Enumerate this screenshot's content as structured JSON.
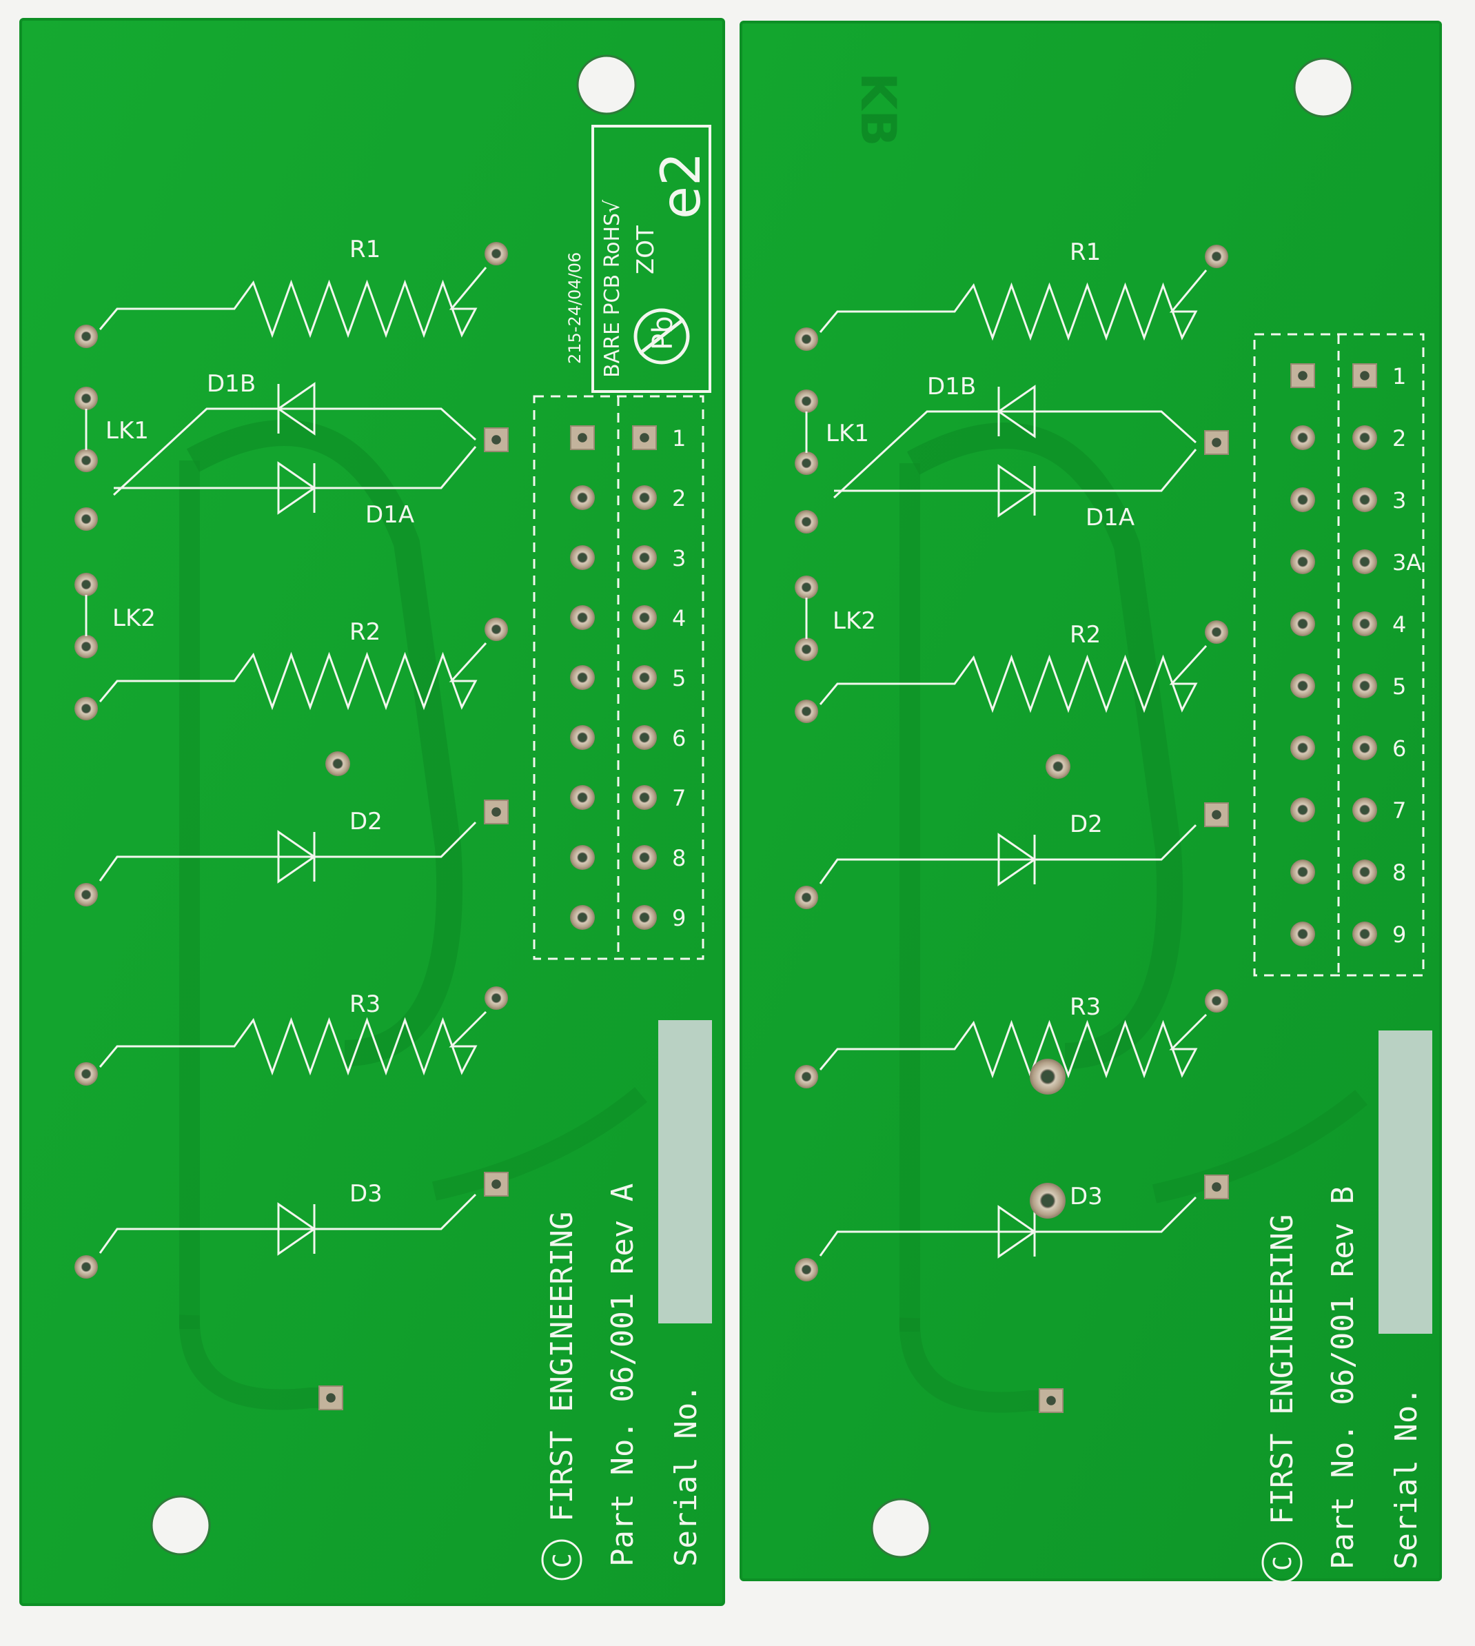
{
  "boards": [
    {
      "id": "board-a",
      "header_pins": [
        "1",
        "2",
        "3",
        "4",
        "5",
        "6",
        "7",
        "8",
        "9"
      ],
      "labels": {
        "r1": "R1",
        "r2": "R2",
        "r3": "R3",
        "d1b": "D1B",
        "d1a": "D1A",
        "d2": "D2",
        "d3": "D3",
        "lk1": "LK1",
        "lk2": "LK2"
      },
      "copyright_symbol": "C",
      "company": "FIRST ENGINEERING",
      "part_no": "Part No. 06/001 Rev A",
      "serial_no": "Serial No.",
      "rohs": {
        "date_code": "215-24/04/06",
        "line1": "BARE PCB RoHS√",
        "line2": "ZOT",
        "mark": "e2",
        "logo_text": "Pb"
      }
    },
    {
      "id": "board-b",
      "header_pins": [
        "1",
        "2",
        "3",
        "3A",
        "4",
        "5",
        "6",
        "7",
        "8",
        "9"
      ],
      "labels": {
        "r1": "R1",
        "r2": "R2",
        "r3": "R3",
        "d1b": "D1B",
        "d1a": "D1A",
        "d2": "D2",
        "d3": "D3",
        "lk1": "LK1",
        "lk2": "LK2"
      },
      "copyright_symbol": "C",
      "company": "FIRST ENGINEERING",
      "part_no": "Part No. 06/001 Rev B",
      "serial_no": "Serial No.",
      "marker_text": "KB"
    }
  ],
  "colors": {
    "background": "#f4f4f2",
    "pcb_green": "#11a32c",
    "pcb_edge": "#0d8f25",
    "trace_green": "#0d8a24",
    "silkscreen": "#f2f7ee",
    "pad_copper": "#b8a68e",
    "serial_box": "#c8d6d0"
  }
}
